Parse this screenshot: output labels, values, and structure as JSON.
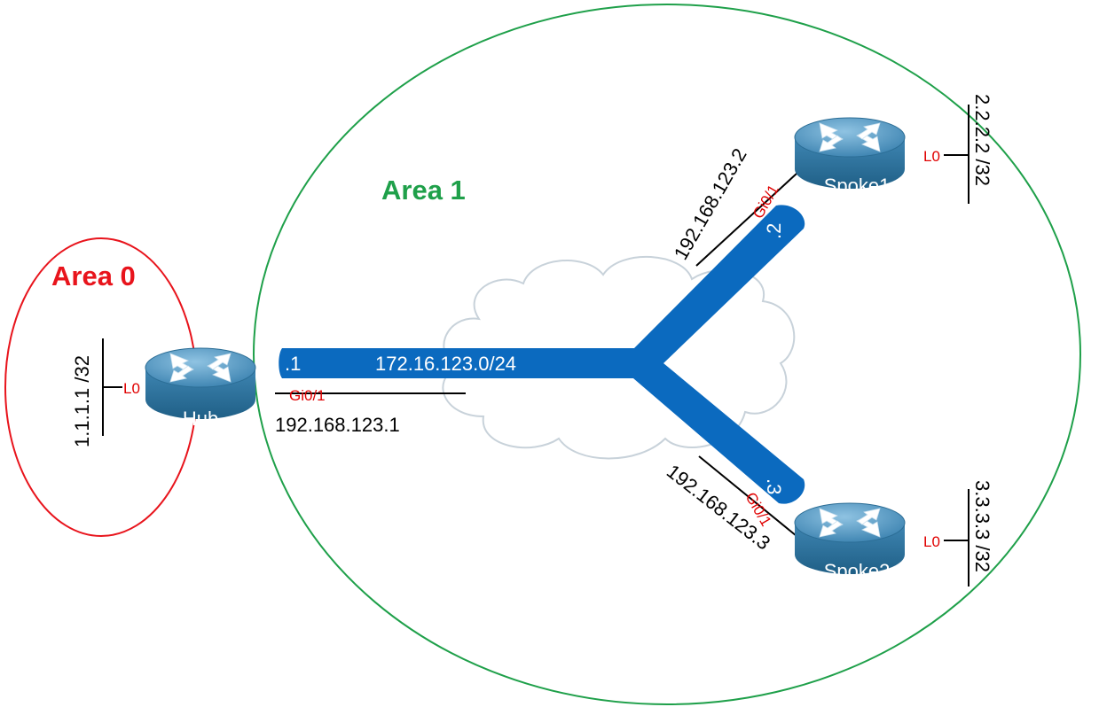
{
  "areas": {
    "area0": {
      "label": "Area 0",
      "color": "#e8141c"
    },
    "area1": {
      "label": "Area 1",
      "color": "#1fa04a"
    }
  },
  "network": {
    "subnet": "172.16.123.0/24",
    "color": "#0b6abf",
    "cloud_color": "#c8d2da"
  },
  "routers": {
    "hub": {
      "name": "Hub",
      "icon": "router-icon",
      "loopback_label": "L0",
      "loopback_ip": "1.1.1.1 /32",
      "interface": "Gi0/1",
      "ip": "192.168.123.1",
      "host": ".1"
    },
    "spoke1": {
      "name": "Spoke1",
      "icon": "router-icon",
      "loopback_label": "L0",
      "loopback_ip": "2.2.2.2 /32",
      "interface": "Gi0/1",
      "ip": "192.168.123.2",
      "host": ".2"
    },
    "spoke2": {
      "name": "Spoke2",
      "icon": "router-icon",
      "loopback_label": "L0",
      "loopback_ip": "3.3.3.3 /32",
      "interface": "Gi0/1",
      "ip": "192.168.123.3",
      "host": ".3"
    }
  },
  "colors": {
    "router_top": "#4a90b8",
    "router_side": "#2a6f96",
    "interface_text": "#e00000"
  }
}
